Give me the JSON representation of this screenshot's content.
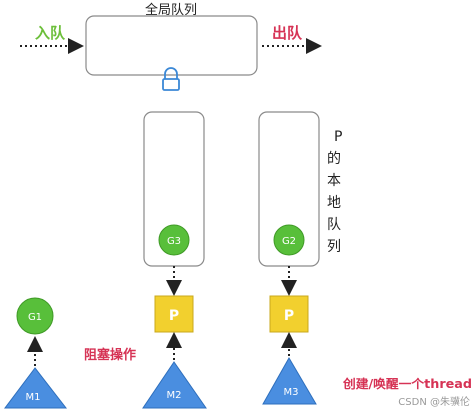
{
  "global_queue": {
    "title": "全局队列",
    "enqueue_label": "入队",
    "dequeue_label": "出队"
  },
  "local_queue": {
    "label_chars": [
      "P",
      "的",
      "本",
      "地",
      "队",
      "列"
    ]
  },
  "nodes": {
    "g1": "G1",
    "g2": "G2",
    "g3": "G3",
    "p_left": "P",
    "p_right": "P",
    "m1": "M1",
    "m2": "M2",
    "m3": "M3"
  },
  "annotations": {
    "blocking": "阻塞操作",
    "create_wake": "创建/唤醒一个thread"
  },
  "watermark": "CSDN @朱骥伦",
  "colors": {
    "enqueue": "#6cbf3a",
    "dequeue": "#d63355",
    "annotation": "#d63355",
    "goroutine_fill": "#58bf3a",
    "processor_fill": "#f2d02e",
    "machine_fill": "#4a8ee0",
    "lock": "#3b88d6",
    "box_stroke": "#8a8a8a",
    "text": "#222222"
  },
  "icons": {
    "lock": "lock-icon"
  }
}
